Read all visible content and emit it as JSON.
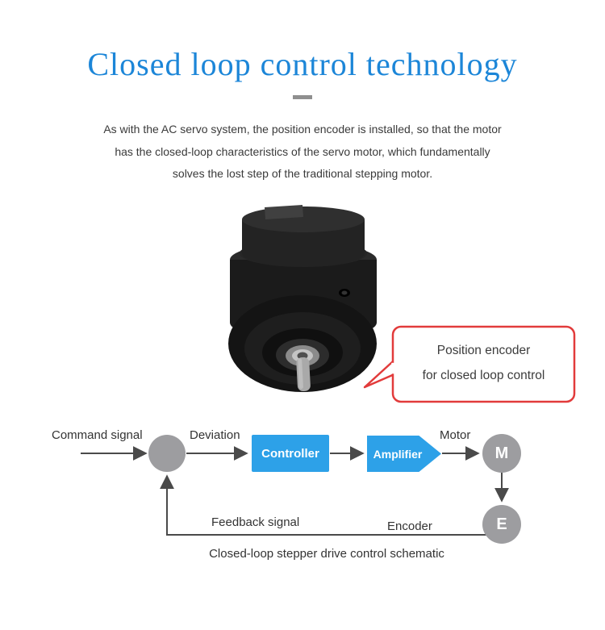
{
  "header": {
    "title": "Closed loop control technology"
  },
  "intro": {
    "lines": [
      "As with the AC servo system, the position encoder is installed, so that the motor",
      "has the closed-loop characteristics of the servo motor, which fundamentally",
      "solves the lost step of the traditional stepping motor."
    ]
  },
  "callout": {
    "lines": [
      "Position encoder",
      "for closed loop control"
    ]
  },
  "diagram": {
    "labels": {
      "command_signal": "Command signal",
      "deviation": "Deviation",
      "motor": "Motor",
      "feedback_signal": "Feedback signal",
      "encoder": "Encoder"
    },
    "blocks": {
      "controller": "Controller",
      "amplifier": "Amplifier",
      "motor_node": "M",
      "encoder_node": "E"
    },
    "caption": "Closed-loop stepper drive control schematic"
  },
  "colors": {
    "title_blue": "#1c86d8",
    "block_blue": "#2da1e8",
    "node_gray": "#9d9da0",
    "line_gray": "#4a4a4a",
    "callout_red": "#e23b3b"
  }
}
